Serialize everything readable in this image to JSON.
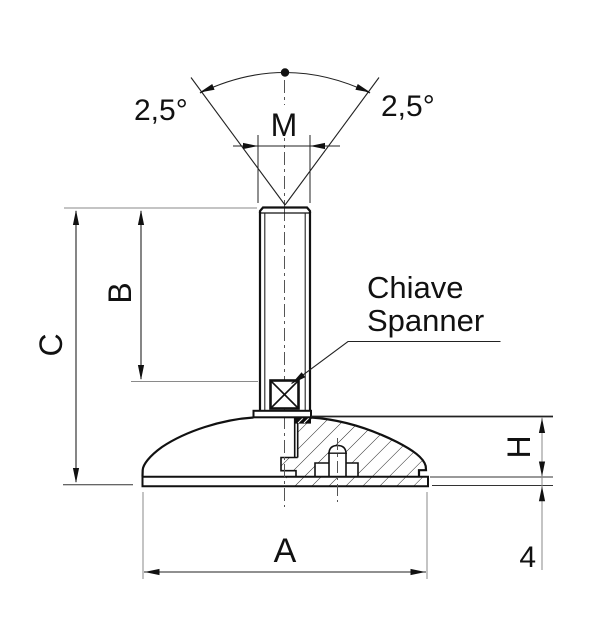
{
  "drawing": {
    "kind": "technical-drawing, levelling foot side view with half section",
    "labels": {
      "angle_left": "2,5°",
      "angle_right": "2,5°",
      "thread_diameter": "M",
      "thread_length": "B",
      "total_height": "C",
      "base_height": "H",
      "base_diameter": "A",
      "plate_thickness": "4",
      "leader_line1": "Chiave",
      "leader_line2": "Spanner"
    },
    "colors": {
      "ink": "#111111",
      "thin_line": "#8a8a8a",
      "centerline": "#555555",
      "background": "#ffffff"
    }
  }
}
